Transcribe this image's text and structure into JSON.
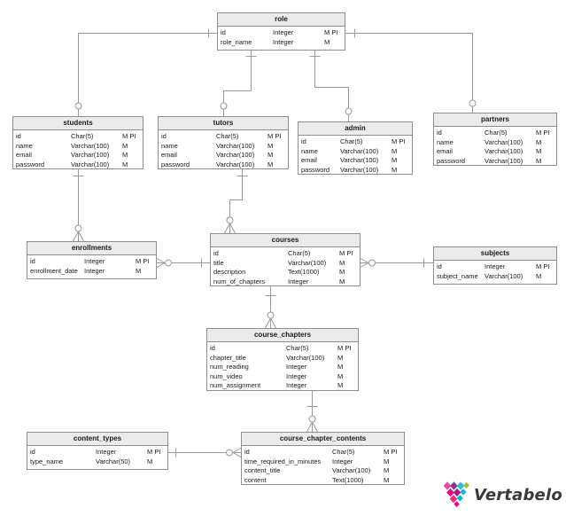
{
  "diagram": {
    "tables": [
      {
        "name": "role",
        "columns": [
          {
            "name": "id",
            "type": "Integer",
            "flags": "M PI"
          },
          {
            "name": "role_name",
            "type": "Integer",
            "flags": "M"
          }
        ]
      },
      {
        "name": "students",
        "columns": [
          {
            "name": "id",
            "type": "Char(5)",
            "flags": "M PI"
          },
          {
            "name": "name",
            "type": "Varchar(100)",
            "flags": "M"
          },
          {
            "name": "email",
            "type": "Varchar(100)",
            "flags": "M"
          },
          {
            "name": "password",
            "type": "Varchar(100)",
            "flags": "M"
          }
        ]
      },
      {
        "name": "tutors",
        "columns": [
          {
            "name": "id",
            "type": "Char(5)",
            "flags": "M PI"
          },
          {
            "name": "name",
            "type": "Varchar(100)",
            "flags": "M"
          },
          {
            "name": "email",
            "type": "Varchar(100)",
            "flags": "M"
          },
          {
            "name": "password",
            "type": "Varchar(100)",
            "flags": "M"
          }
        ]
      },
      {
        "name": "admin",
        "columns": [
          {
            "name": "id",
            "type": "Char(5)",
            "flags": "M PI"
          },
          {
            "name": "name",
            "type": "Varchar(100)",
            "flags": "M"
          },
          {
            "name": "email",
            "type": "Varchar(100)",
            "flags": "M"
          },
          {
            "name": "password",
            "type": "Varchar(100)",
            "flags": "M"
          }
        ]
      },
      {
        "name": "partners",
        "columns": [
          {
            "name": "id",
            "type": "Char(5)",
            "flags": "M PI"
          },
          {
            "name": "name",
            "type": "Varchar(100)",
            "flags": "M"
          },
          {
            "name": "email",
            "type": "Varchar(100)",
            "flags": "M"
          },
          {
            "name": "password",
            "type": "Varchar(100)",
            "flags": "M"
          }
        ]
      },
      {
        "name": "enrollments",
        "columns": [
          {
            "name": "id",
            "type": "Integer",
            "flags": "M PI"
          },
          {
            "name": "enrollment_date",
            "type": "Integer",
            "flags": "M"
          }
        ]
      },
      {
        "name": "courses",
        "columns": [
          {
            "name": "id",
            "type": "Char(5)",
            "flags": "M PI"
          },
          {
            "name": "title",
            "type": "Varchar(100)",
            "flags": "M"
          },
          {
            "name": "description",
            "type": "Text(1000)",
            "flags": "M"
          },
          {
            "name": "num_of_chapters",
            "type": "Integer",
            "flags": "M"
          }
        ]
      },
      {
        "name": "subjects",
        "columns": [
          {
            "name": "id",
            "type": "Integer",
            "flags": "M PI"
          },
          {
            "name": "subject_name",
            "type": "Varchar(100)",
            "flags": "M"
          }
        ]
      },
      {
        "name": "course_chapters",
        "columns": [
          {
            "name": "id",
            "type": "Char(5)",
            "flags": "M PI"
          },
          {
            "name": "chapter_title",
            "type": "Varchar(100)",
            "flags": "M"
          },
          {
            "name": "num_reading",
            "type": "Integer",
            "flags": "M"
          },
          {
            "name": "num_video",
            "type": "Integer",
            "flags": "M"
          },
          {
            "name": "num_assignment",
            "type": "Integer",
            "flags": "M"
          }
        ]
      },
      {
        "name": "content_types",
        "columns": [
          {
            "name": "id",
            "type": "Integer",
            "flags": "M PI"
          },
          {
            "name": "type_name",
            "type": "Varchar(50)",
            "flags": "M"
          }
        ]
      },
      {
        "name": "course_chapter_contents",
        "columns": [
          {
            "name": "id",
            "type": "Char(5)",
            "flags": "M PI"
          },
          {
            "name": "time_required_in_minutes",
            "type": "Integer",
            "flags": "M"
          },
          {
            "name": "content_title",
            "type": "Varchar(100)",
            "flags": "M"
          },
          {
            "name": "content",
            "type": "Text(1000)",
            "flags": "M"
          }
        ]
      }
    ],
    "relationships": [
      {
        "parent": "role",
        "child": "students",
        "parent_end": "one",
        "child_end": "zero-or-one"
      },
      {
        "parent": "role",
        "child": "tutors",
        "parent_end": "one",
        "child_end": "zero-or-one"
      },
      {
        "parent": "role",
        "child": "admin",
        "parent_end": "one",
        "child_end": "zero-or-one"
      },
      {
        "parent": "role",
        "child": "partners",
        "parent_end": "one",
        "child_end": "zero-or-one"
      },
      {
        "parent": "students",
        "child": "enrollments",
        "parent_end": "one",
        "child_end": "zero-or-many"
      },
      {
        "parent": "tutors",
        "child": "courses",
        "parent_end": "one",
        "child_end": "zero-or-many"
      },
      {
        "parent": "courses",
        "child": "enrollments",
        "parent_end": "one",
        "child_end": "zero-or-many"
      },
      {
        "parent": "subjects",
        "child": "courses",
        "parent_end": "one",
        "child_end": "zero-or-many"
      },
      {
        "parent": "courses",
        "child": "course_chapters",
        "parent_end": "one",
        "child_end": "zero-or-many"
      },
      {
        "parent": "course_chapters",
        "child": "course_chapter_contents",
        "parent_end": "one",
        "child_end": "zero-or-many"
      },
      {
        "parent": "content_types",
        "child": "course_chapter_contents",
        "parent_end": "one",
        "child_end": "zero-or-many"
      }
    ]
  },
  "branding": {
    "logo_text": "Vertabelo"
  }
}
